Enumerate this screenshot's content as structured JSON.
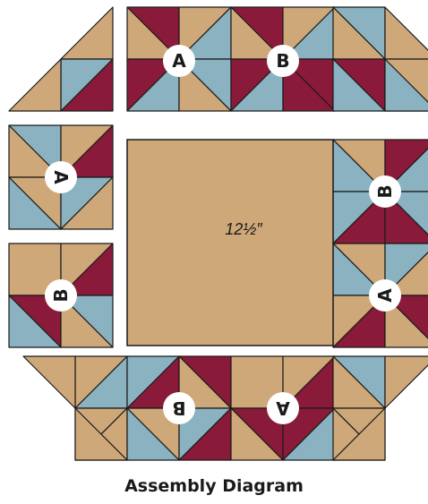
{
  "colors": {
    "tan": "#CFA879",
    "blue": "#8AB2C0",
    "red": "#8A1A3A",
    "line": "#1a1a1a",
    "label_fill": "#ffffff"
  },
  "center_label": "12½″",
  "block_labels": {
    "top_left": "A",
    "top_right": "B",
    "left_upper": "A",
    "left_lower": "B",
    "right_upper": "B",
    "right_lower": "A",
    "bottom_left": "B",
    "bottom_right": "A"
  },
  "caption": "Assembly Diagram"
}
